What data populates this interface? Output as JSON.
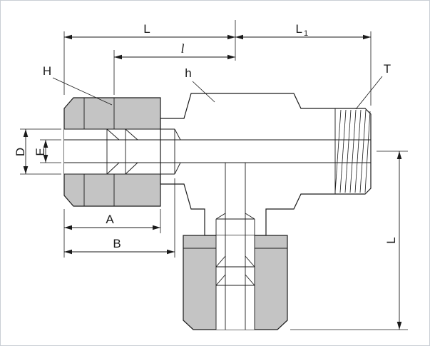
{
  "drawing": {
    "background": "#ffffff",
    "frame_color": "#c9ced4",
    "colors": {
      "line": "#1a1a1a",
      "nut_fill": "#c4c4c4",
      "body_fill": "#ffffff"
    },
    "labels": {
      "length_overall_left": "L",
      "length_right_main": "L",
      "length_right_sub": "1",
      "length_to_center": "l",
      "nut_hex_left": "H",
      "body_hex": "h",
      "thread": "T",
      "tube_od": "D",
      "bore": "E",
      "nut_length": "A",
      "insertion_depth": "B",
      "branch_length": "L"
    }
  }
}
